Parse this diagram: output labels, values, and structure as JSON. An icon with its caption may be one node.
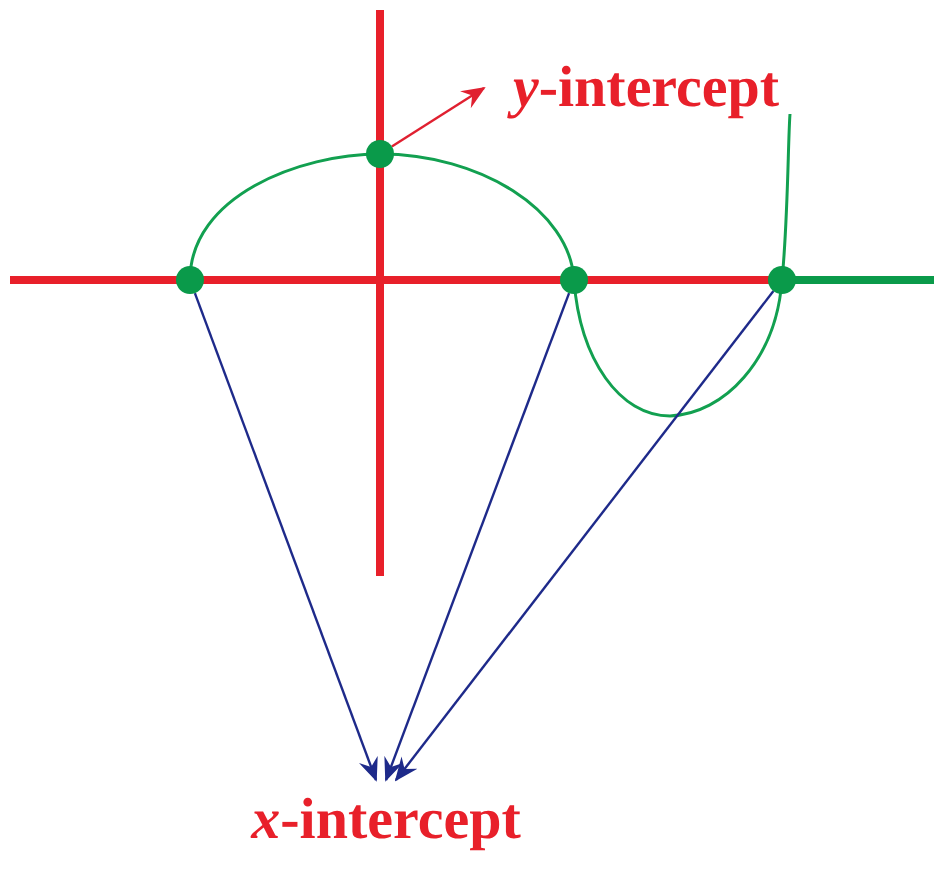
{
  "diagram": {
    "nodes": [
      {
        "text": [
          "*y*-intercept"
        ]
      },
      {
        "text": [],
        "shape": "circle"
      },
      {
        "text": [],
        "shape": "circle"
      },
      {
        "text": [],
        "shape": "circle"
      },
      {
        "text": [],
        "shape": "circle"
      },
      {
        "text": [
          "*x*-intercept"
        ]
      }
    ],
    "edges": [
      {
        "from": 2,
        "to": 0,
        "arrow": "to",
        "color": "#e02030"
      },
      {
        "from": 1,
        "to": 5,
        "arrow": "to"
      },
      {
        "from": 3,
        "to": 5,
        "arrow": "to"
      },
      {
        "from": 4,
        "to": 5,
        "arrow": "to"
      }
    ]
  }
}
